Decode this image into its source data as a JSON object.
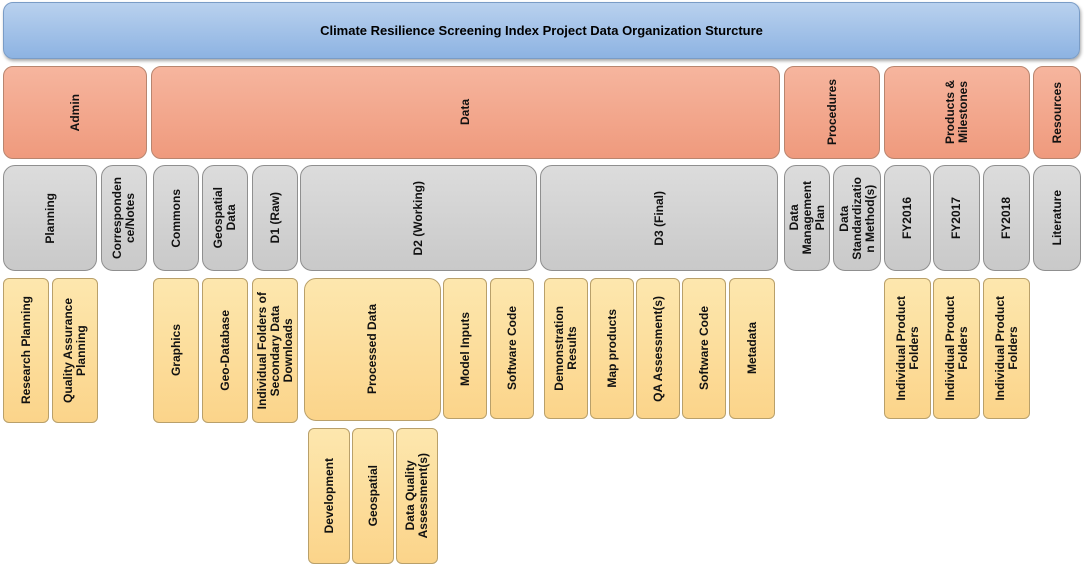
{
  "title": "Climate Resilience Screening Index Project Data Organization Sturcture",
  "level1": {
    "admin": "Admin",
    "data": "Data",
    "procedures": "Procedures",
    "products": "Products &\nMilestones",
    "resources": "Resources"
  },
  "level2": {
    "planning": "Planning",
    "correspondence": "Corresponden\nce/Notes",
    "commons": "Commons",
    "geospatial_data": "Geospatial\nData",
    "d1_raw": "D1 (Raw)",
    "d2_working": "D2 (Working)",
    "d3_final": "D3 (Final)",
    "data_mgmt_plan": "Data\nManagement\nPlan",
    "data_std_methods": "Data\nStandardizatio\nn Method(s)",
    "fy2016": "FY2016",
    "fy2017": "FY2017",
    "fy2018": "FY2018",
    "literature": "Literature"
  },
  "level3": {
    "research_planning": "Research Planning",
    "qa_planning": "Quality Assurance\nPlanning",
    "graphics": "Graphics",
    "geo_database": "Geo-Database",
    "secondary_downloads": "Individual Folders of\nSecondary Data\nDownloads",
    "processed_data": "Processed Data",
    "model_inputs": "Model Inputs",
    "software_code_d2": "Software Code",
    "demonstration_results": "Demonstration\nResults",
    "map_products": "Map products",
    "qa_assessments": "QA Assessment(s)",
    "software_code_d3": "Software Code",
    "metadata": "Metadata",
    "product_folders_2016": "Individual Product\nFolders",
    "product_folders_2017": "Individual Product\nFolders",
    "product_folders_2018": "Individual Product\nFolders"
  },
  "level4": {
    "development": "Development",
    "geospatial": "Geospatial",
    "data_quality": "Data Quality\nAssessment(s)"
  }
}
